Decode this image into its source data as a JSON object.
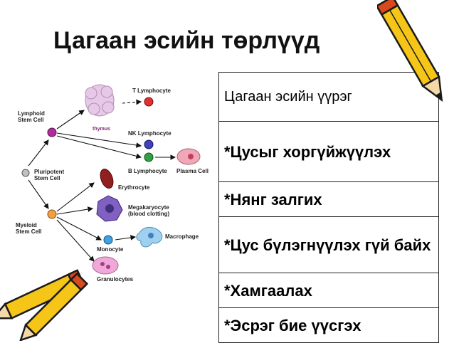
{
  "slide": {
    "title": "Цагаан эсийн төрлүүд"
  },
  "diagram": {
    "labels": {
      "lymphoid": "Lymphoid\nStem Cell",
      "pluripotent": "Pluripotent\nStem Cell",
      "myeloid": "Myeloid\nStem Cell",
      "thymus": "thymus",
      "t_lymph": "T Lymphocyte",
      "nk_lymph": "NK Lymphocyte",
      "b_lymph": "B Lymphocyte",
      "plasma": "Plasma Cell",
      "erythrocyte": "Erythrocyte",
      "megakaryocyte": "Megakaryocyte\n(blood clotting)",
      "monocyte": "Monocyte",
      "macrophage": "Macrophage",
      "granulocytes": "Granulocytes"
    },
    "colors": {
      "stem": "#c0c0c0",
      "lymphoid": "#b02c9a",
      "myeloid": "#f0a040",
      "t_cell": "#e03030",
      "nk_cell": "#4040c0",
      "b_cell": "#30a040",
      "plasma": "#f0a8b8",
      "erythrocyte": "#902020",
      "megakaryocyte": "#8060c0",
      "monocyte": "#40a0e0",
      "macrophage": "#a0d0f0",
      "granulocyte": "#f0a8d8",
      "thymus": "#e8c8e8"
    }
  },
  "table": {
    "rows": [
      "Цагаан эсийн үүрэг",
      "*Цусыг хоргүйжүүлэх",
      "*Нянг залгих",
      "*Цус бүлэгнүүлэх гүй байх",
      "*Хамгаалах",
      "*Эсрэг бие үүсгэх"
    ]
  },
  "decor": {
    "pencil_colors": {
      "body": "#f5c518",
      "stripe": "#d84a1b",
      "outline": "#1a1a1a",
      "wood": "#f4d9a8"
    }
  }
}
